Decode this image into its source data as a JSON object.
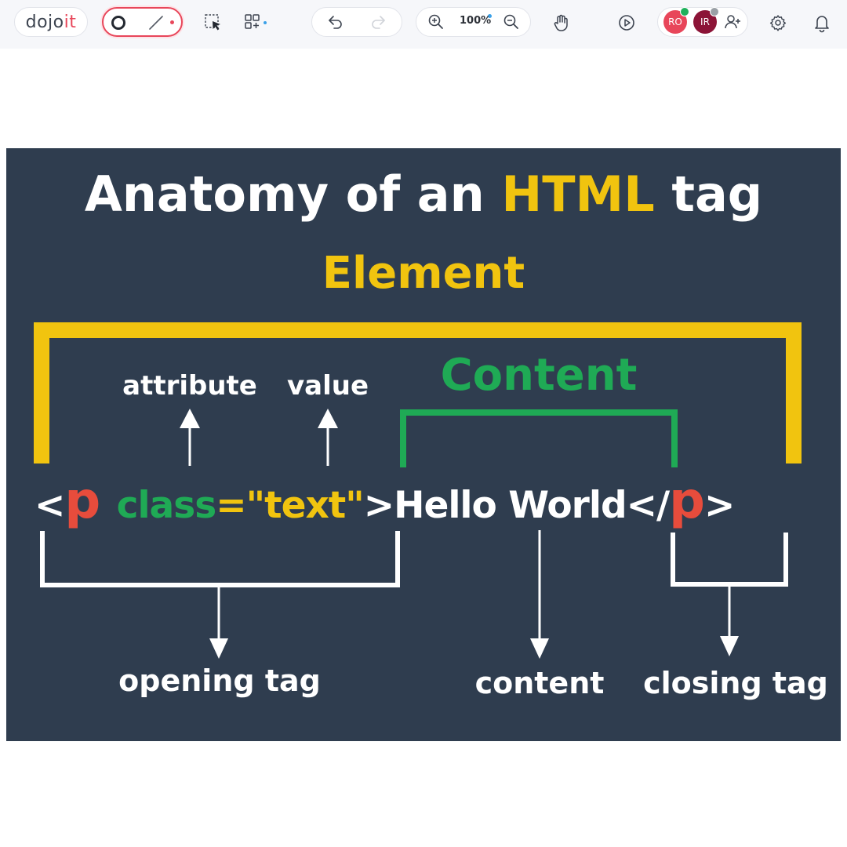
{
  "toolbar": {
    "logo": {
      "part1": "dojo",
      "part2": "it"
    },
    "zoom_level": "100%",
    "icons": [
      "circle-tool-icon",
      "line-tool-icon",
      "select-icon",
      "apps-icon",
      "undo-icon",
      "redo-icon",
      "zoom-in-icon",
      "zoom-out-icon",
      "hand-icon",
      "play-icon",
      "add-user-icon",
      "settings-icon",
      "bell-icon"
    ],
    "avatars": [
      {
        "initials": "RO",
        "color": "#e8465a",
        "status": "#1fb05b"
      },
      {
        "initials": "IR",
        "color": "#8c1437",
        "status": "#9aa0a6"
      }
    ],
    "accent": "#e8465a"
  },
  "diagram": {
    "title_part1": "Anatomy of an",
    "title_highlight": "HTML",
    "title_part2": "tag",
    "element_label": "Element",
    "content_label": "Content",
    "attribute_label": "attribute",
    "value_label": "value",
    "code": {
      "open_bracket": "<",
      "tag_name": "p",
      "attr_name": "class",
      "equals": "=",
      "attr_value": "\"text\"",
      "close_bracket": ">",
      "content": "Hello World",
      "closing_open": "</",
      "closing_tag_name": "p",
      "closing_close": ">"
    },
    "opening_tag_label": "opening tag",
    "content_caption": "content",
    "closing_tag_label": "closing tag",
    "colors": {
      "background": "#2f3d4f",
      "yellow": "#f1c40f",
      "green": "#1faa55",
      "red": "#e74c3c",
      "white": "#ffffff"
    }
  }
}
